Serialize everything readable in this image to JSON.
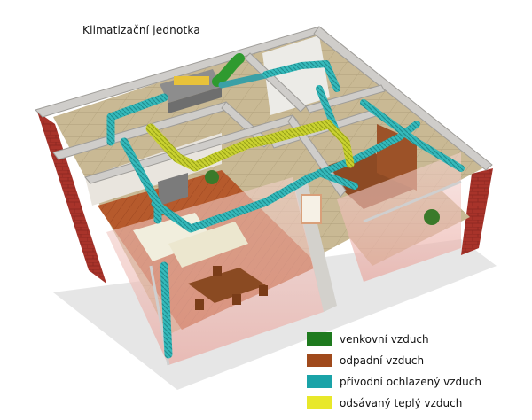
{
  "diagram": {
    "title": "Klimatizační jednotka",
    "legend": [
      {
        "label": "venkovní vzduch",
        "color": "#1e7a1e"
      },
      {
        "label": "odpadní vzduch",
        "color": "#a04a1c"
      },
      {
        "label": "přívodní ochlazený vzduch",
        "color": "#1aa3a8"
      },
      {
        "label": "odsávaný teplý vzduch",
        "color": "#e8e82a"
      }
    ]
  },
  "colors": {
    "brick": "#a8332a",
    "wall_top": "#c9c7c3",
    "floor_tile": "#c7b690",
    "floor_wood": "#b0542a",
    "supply_duct": "#32b7b8",
    "exhaust_duct": "#c7cf2c",
    "outdoor_duct": "#2f9a2f"
  }
}
